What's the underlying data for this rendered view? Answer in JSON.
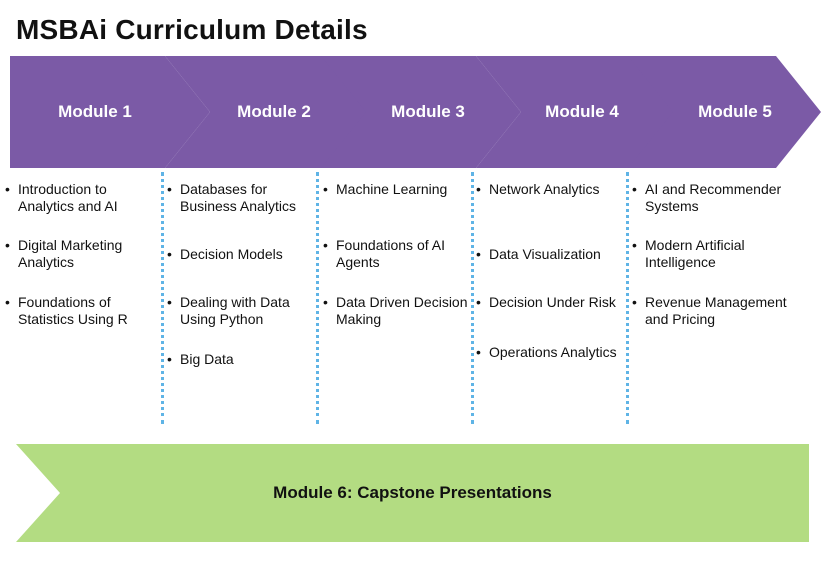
{
  "title": "MSBAi Curriculum Details",
  "colors": {
    "module_fill": "#7b5aa6",
    "capstone_fill": "#b3dc82",
    "divider": "#5fb4e6"
  },
  "modules": [
    {
      "label": "Module 1",
      "courses": [
        "Introduction to Analytics and AI",
        "Digital Marketing Analytics",
        "Foundations of Statistics Using R"
      ]
    },
    {
      "label": "Module 2",
      "courses": [
        "Databases for Business Analytics",
        "Decision Models",
        "Dealing with Data Using Python",
        "Big Data"
      ]
    },
    {
      "label": "Module 3",
      "courses": [
        "Machine Learning",
        "Foundations of AI Agents",
        "Data Driven Decision Making"
      ]
    },
    {
      "label": "Module 4",
      "courses": [
        "Network Analytics",
        "Data Visualization",
        "Decision Under Risk",
        "Operations Analytics"
      ]
    },
    {
      "label": "Module 5",
      "courses": [
        "AI and Recommender Systems",
        "Modern Artificial Intelligence",
        "Revenue Management and Pricing"
      ]
    }
  ],
  "capstone": {
    "label": "Module 6: Capstone Presentations"
  }
}
